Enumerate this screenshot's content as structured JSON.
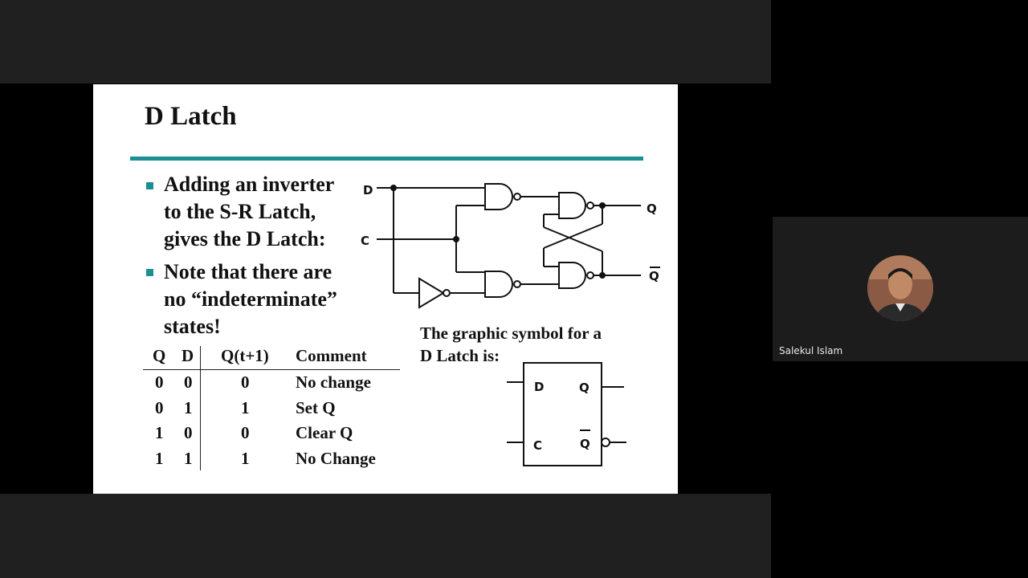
{
  "slide": {
    "title": "D Latch",
    "bullets": [
      {
        "lines": [
          "Adding an inverter",
          "to the S-R Latch,",
          "gives the D Latch:"
        ]
      },
      {
        "lines": [
          "Note that there are",
          "no “indeterminate”",
          "states!"
        ]
      }
    ],
    "truth_table": {
      "headers": [
        "Q",
        "D",
        "Q(t+1)",
        "Comment"
      ],
      "rows": [
        [
          "0",
          "0",
          "0",
          "No change"
        ],
        [
          "0",
          "1",
          "1",
          "Set Q"
        ],
        [
          "1",
          "0",
          "0",
          "Clear Q"
        ],
        [
          "1",
          "1",
          "1",
          "No Change"
        ]
      ]
    },
    "circuit": {
      "input_d": "D",
      "input_c": "C",
      "output_q": "Q",
      "output_qbar": "Q"
    },
    "symbol_caption": [
      "The graphic symbol for a",
      "D Latch is:"
    ],
    "symbol": {
      "pin_d": "D",
      "pin_c": "C",
      "pin_q": "Q",
      "pin_qbar": "Q"
    }
  },
  "participant": {
    "name": "Salekul Islam"
  },
  "colors": {
    "accent": "#1b8f91",
    "background": "#000000",
    "tile": "#1c1c1c"
  }
}
